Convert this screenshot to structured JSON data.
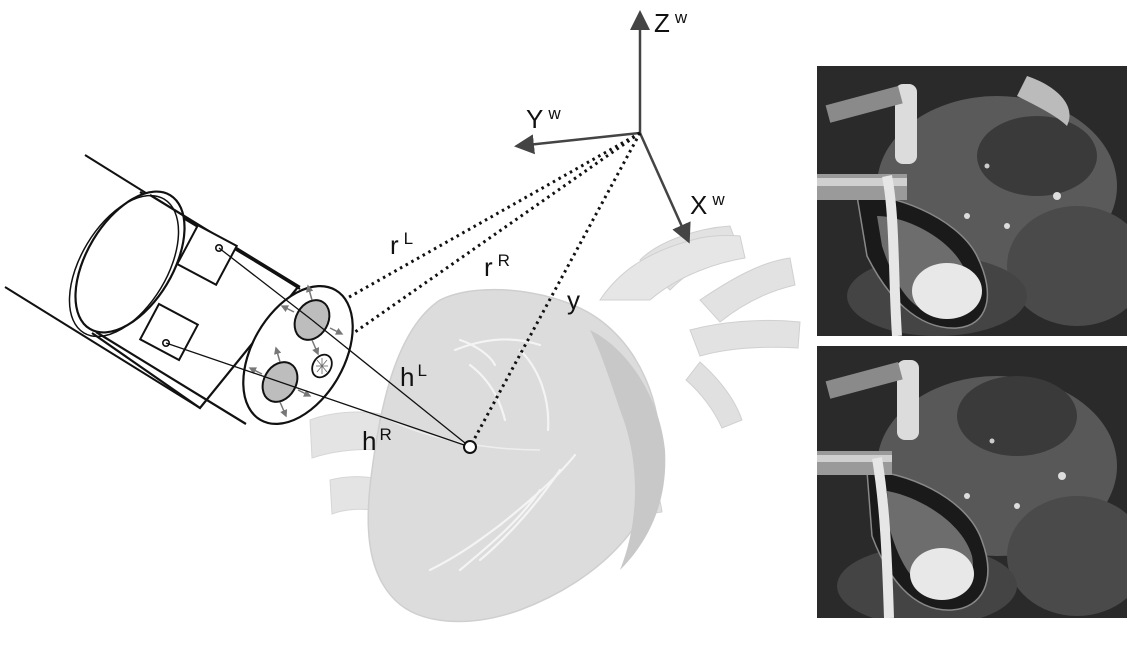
{
  "axes": {
    "z": {
      "base": "Z",
      "sup": "w"
    },
    "y": {
      "base": "Y",
      "sup": "w"
    },
    "x": {
      "base": "X",
      "sup": "w"
    }
  },
  "vectors": {
    "r_left": {
      "base": "r",
      "sup": "L"
    },
    "r_right": {
      "base": "r",
      "sup": "R"
    },
    "y": {
      "base": "y"
    },
    "h_left": {
      "base": "h",
      "sup": "L"
    },
    "h_right": {
      "base": "h",
      "sup": "R"
    }
  },
  "colors": {
    "line": "#222222",
    "arrow": "#444444",
    "heart_fill": "#dcdcdc",
    "heart_shade": "#c8c8c8",
    "lens_fill": "#bdbdbd",
    "photo_bg": "#1c1c1c"
  },
  "photos": [
    {
      "name": "stereo-image-top",
      "icon": "surgical-scene-photo"
    },
    {
      "name": "stereo-image-bottom",
      "icon": "surgical-scene-photo"
    }
  ]
}
